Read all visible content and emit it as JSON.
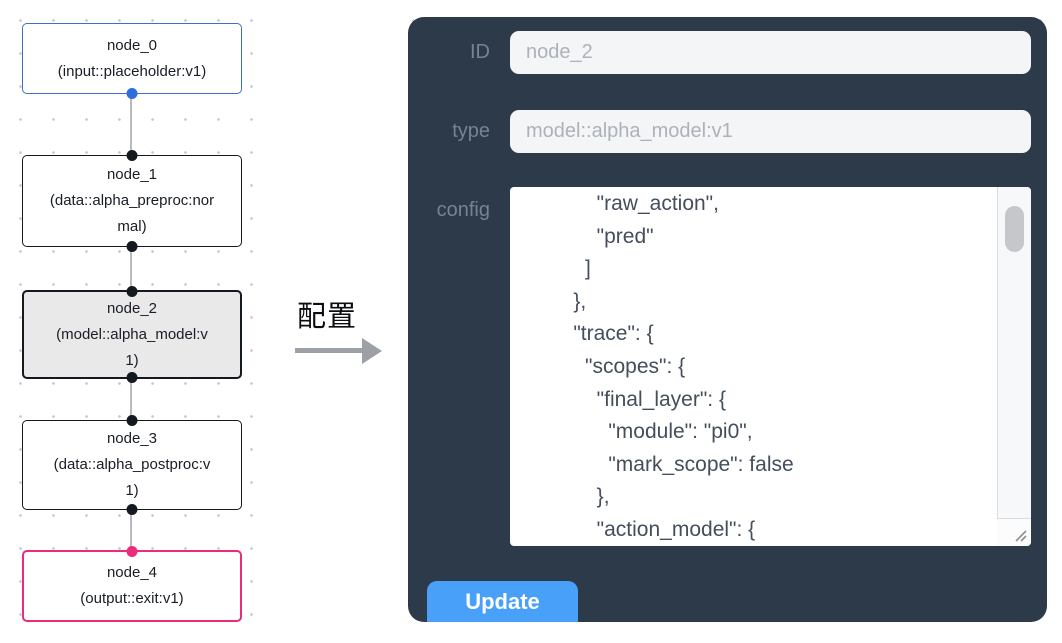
{
  "canvas": {
    "nodes": [
      {
        "id": "node_0",
        "name": "node_0",
        "type_label": "(input::placeholder:v1)",
        "variant": "input"
      },
      {
        "id": "node_1",
        "name": "node_1",
        "type_label": "(data::alpha_preproc:normal)",
        "variant": "default"
      },
      {
        "id": "node_2",
        "name": "node_2",
        "type_label": "(model::alpha_model:v1)",
        "variant": "selected"
      },
      {
        "id": "node_3",
        "name": "node_3",
        "type_label": "(data::alpha_postproc:v1)",
        "variant": "default"
      },
      {
        "id": "node_4",
        "name": "node_4",
        "type_label": "(output::exit:v1)",
        "variant": "output"
      }
    ]
  },
  "transition": {
    "label": "配置"
  },
  "panel": {
    "fields": [
      {
        "label": "ID",
        "value": "node_2"
      },
      {
        "label": "type",
        "value": "model::alpha_model:v1"
      },
      {
        "label": "config",
        "value": "        \"raw_action\",\n        \"pred\"\n      ]\n    },\n    \"trace\": {\n      \"scopes\": {\n        \"final_layer\": {\n          \"module\": \"pi0\",\n          \"mark_scope\": false\n        },\n        \"action_model\": {"
      }
    ],
    "update_label": "Update"
  },
  "colors": {
    "panel_background": "#2d3a49",
    "accent_blue": "#49a0f8",
    "node_input_border": "#3d6fc9",
    "node_default_border": "#14181f",
    "node_output_border": "#eb2b7c",
    "node_selected_fill": "#e9e9ea",
    "field_background": "#f3f5f7",
    "field_text": "#adb2ba",
    "label_text": "#798291",
    "config_text": "#454e5c",
    "edge_line": "#b8babd",
    "grid_dot": "#c8c9cb"
  }
}
